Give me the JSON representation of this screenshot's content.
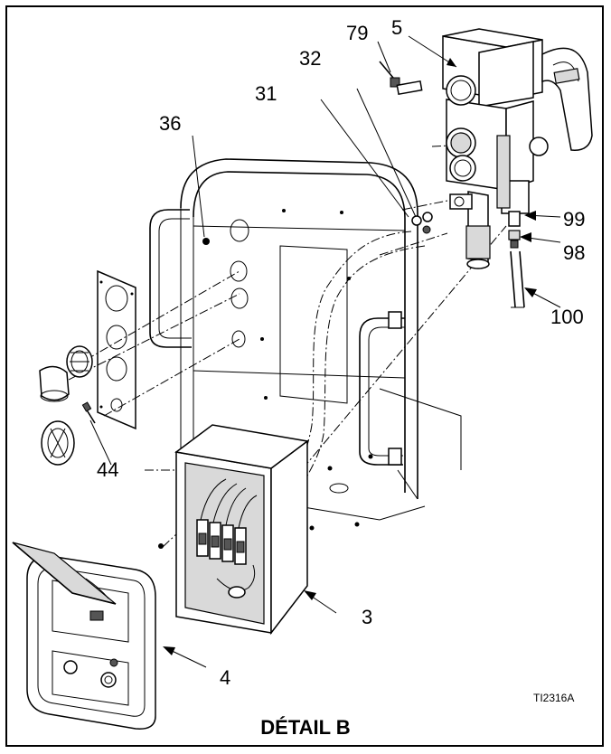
{
  "callouts": {
    "c5": "5",
    "c79": "79",
    "c32": "32",
    "c31": "31",
    "c36": "36",
    "c99": "99",
    "c98": "98",
    "c100": "100",
    "c44": "44",
    "c3": "3",
    "c4": "4"
  },
  "figure_ref": "TI2316A",
  "caption": "DÉTAIL B"
}
